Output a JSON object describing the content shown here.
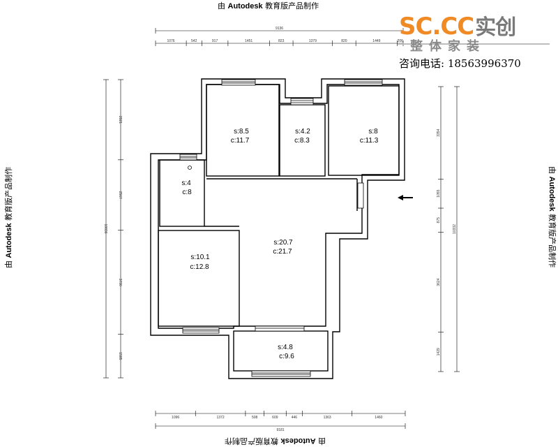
{
  "watermark": {
    "prefix": "由 ",
    "brand": "Autodesk",
    "suffix": " 教育版产品制作"
  },
  "logo": {
    "latin": "SC.CC",
    "cn": "实创",
    "slogan": "整体家装",
    "color_latin": "#f08a24",
    "color_cn": "#7a7a7a"
  },
  "contact": {
    "label": "咨询电话:",
    "phone": "18563996370"
  },
  "dimensions": {
    "top_total": "9136",
    "top_segments": [
      "1076",
      "542",
      "917",
      "1451",
      "823",
      "1379",
      "820",
      "1449",
      "206"
    ],
    "bottom_total": "9181",
    "bottom_segments": [
      "1096",
      "1372",
      "508",
      "609",
      "446",
      "1363",
      "1460"
    ],
    "left_total": "10836",
    "left_segments": [
      "2921",
      "2567",
      "3790",
      "1585"
    ],
    "right_total": "10332",
    "right_segments": [
      "3354",
      "1055",
      "875",
      "3624",
      "1429"
    ]
  },
  "rooms": [
    {
      "id": "bedroom-top-left",
      "area": "s:8.5",
      "perimeter": "c:11.7"
    },
    {
      "id": "bath-top",
      "area": "s:4.2",
      "perimeter": "c:8.3"
    },
    {
      "id": "bedroom-top-right",
      "area": "s:8",
      "perimeter": "c:11.3"
    },
    {
      "id": "kitchen",
      "area": "s:4",
      "perimeter": "c:8"
    },
    {
      "id": "living",
      "area": "s:20.7",
      "perimeter": "c:21.7"
    },
    {
      "id": "bedroom-bottom-left",
      "area": "s:10.1",
      "perimeter": "c:12.8"
    },
    {
      "id": "balcony",
      "area": "s:4.8",
      "perimeter": "c:9.6"
    }
  ]
}
